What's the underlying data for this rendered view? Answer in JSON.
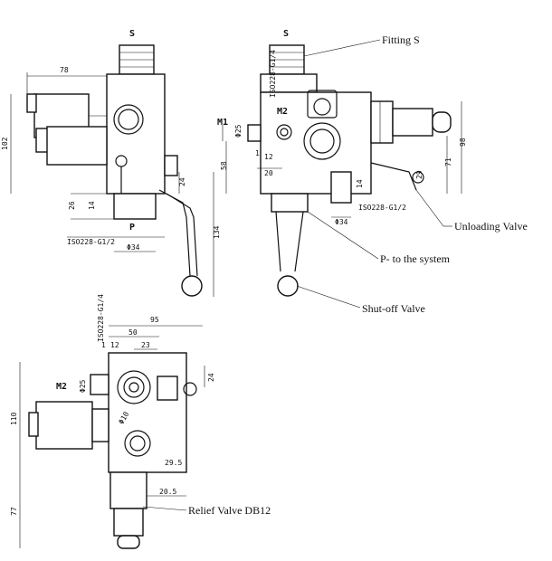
{
  "views": {
    "front": {
      "port_s": "S",
      "port_p": "P",
      "thread_p": "ISO228-G1/2",
      "dim_width": "78",
      "dim_height": "102",
      "dim_26": "26",
      "dim_14": "14",
      "dim_24": "24",
      "dim_134": "134",
      "dim_dia34": "Φ34"
    },
    "side": {
      "port_s": "S",
      "m1": "M1",
      "m2": "M2",
      "thread_m": "ISO228-G1/4",
      "thread_g12": "ISO228-G1/2",
      "dim_dia25": "Φ25",
      "dim_1": "1",
      "dim_12": "12",
      "dim_20": "20",
      "dim_58": "58",
      "dim_14": "14",
      "dim_dia34": "Φ34",
      "dim_98": "98",
      "dim_71": "71",
      "dim_29": "29"
    },
    "top": {
      "m2": "M2",
      "thread_m": "ISO228-G1/4",
      "dim_95": "95",
      "dim_50": "50",
      "dim_23": "23",
      "dim_1": "1",
      "dim_12": "12",
      "dim_24": "24",
      "dim_110": "110",
      "dim_dia25": "Φ25",
      "dim_dia10": "Φ10",
      "dim_29_5": "29.5",
      "dim_20_5": "20.5",
      "dim_77": "77"
    }
  },
  "callouts": {
    "fitting": "Fitting  S",
    "unloading": "Unloading Valve",
    "p_system": "P- to the system",
    "shutoff": "Shut-off  Valve",
    "relief": "Relief Valve DB12"
  }
}
